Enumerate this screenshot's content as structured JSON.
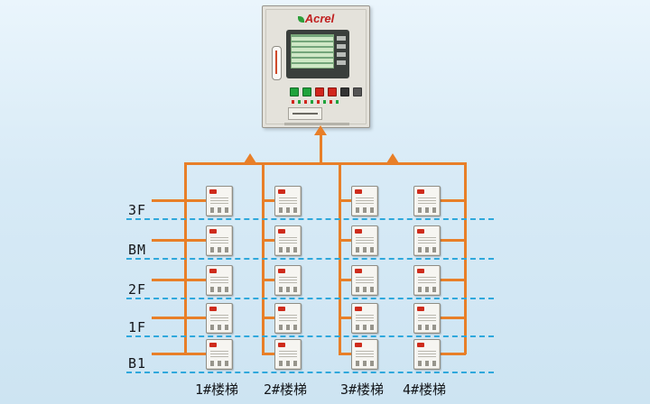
{
  "brand": "Acrel",
  "floors": [
    "3F",
    "BM",
    "2F",
    "1F",
    "B1"
  ],
  "stair_labels": [
    "1#楼梯",
    "2#楼梯",
    "3#楼梯",
    "4#楼梯"
  ],
  "topology": {
    "columns": 4,
    "rows": 5,
    "devices_total": 20
  },
  "colors": {
    "line_orange": "#e87f28",
    "dash_blue": "#2fa8dc",
    "background": "#d7eaf6",
    "device_led_red": "#ce2b1c",
    "brand_red": "#c02020"
  }
}
